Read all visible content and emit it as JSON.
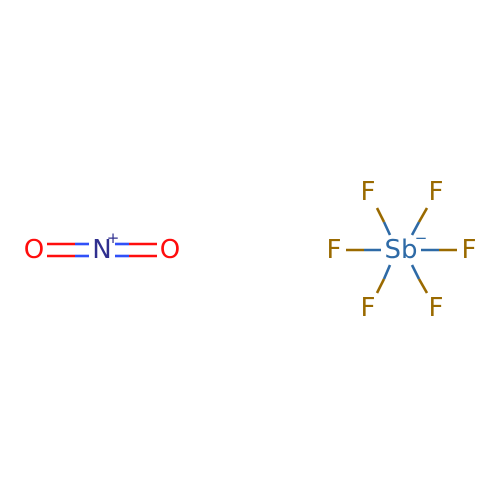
{
  "colors": {
    "O": "#ff0d0d",
    "N": "#3050f8",
    "N_label": "#2f2f8f",
    "Sb": "#2e6aa6",
    "F": "#9a6a00",
    "background": "#ffffff"
  },
  "cation": {
    "atoms": [
      {
        "id": "o1",
        "symbol": "O"
      },
      {
        "id": "n1",
        "symbol": "N",
        "charge": "+"
      },
      {
        "id": "o2",
        "symbol": "O"
      }
    ],
    "bonds": [
      {
        "from": "o1",
        "to": "n1",
        "order": 2
      },
      {
        "from": "n1",
        "to": "o2",
        "order": 2
      }
    ]
  },
  "anion": {
    "atoms": [
      {
        "id": "sb",
        "symbol": "Sb",
        "charge": "−"
      },
      {
        "id": "f-top-left",
        "symbol": "F"
      },
      {
        "id": "f-top-right",
        "symbol": "F"
      },
      {
        "id": "f-left",
        "symbol": "F"
      },
      {
        "id": "f-right",
        "symbol": "F"
      },
      {
        "id": "f-bottom-left",
        "symbol": "F"
      },
      {
        "id": "f-bottom-right",
        "symbol": "F"
      }
    ],
    "bonds": [
      {
        "from": "sb",
        "to": "f-top-left",
        "order": 1
      },
      {
        "from": "sb",
        "to": "f-top-right",
        "order": 1
      },
      {
        "from": "sb",
        "to": "f-left",
        "order": 1
      },
      {
        "from": "sb",
        "to": "f-right",
        "order": 1
      },
      {
        "from": "sb",
        "to": "f-bottom-left",
        "order": 1
      },
      {
        "from": "sb",
        "to": "f-bottom-right",
        "order": 1
      }
    ]
  }
}
